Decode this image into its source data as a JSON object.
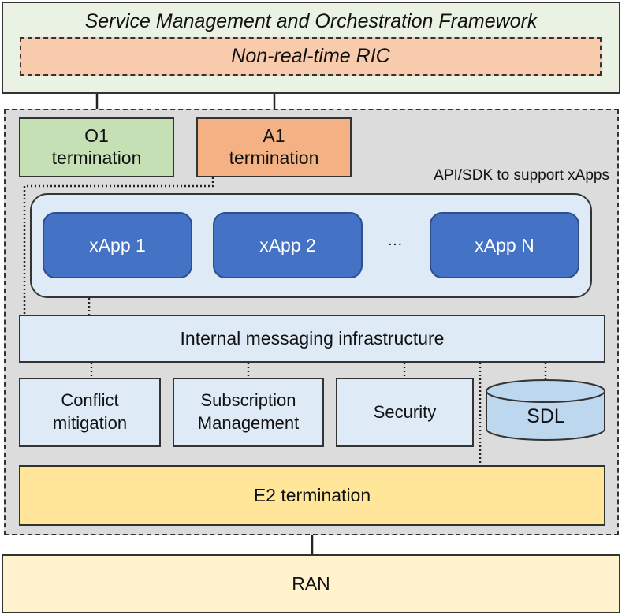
{
  "smo": {
    "title": "Service Management and Orchestration Framework",
    "nonrt": "Non-real-time RIC"
  },
  "near_rt_ric": {
    "o1": {
      "line1": "O1",
      "line2": "termination"
    },
    "a1": {
      "line1": "A1",
      "line2": "termination"
    },
    "api_label": "API/SDK to support xApps",
    "xapps": [
      "xApp 1",
      "xApp 2",
      "xApp N"
    ],
    "ellipsis": "…",
    "messaging": "Internal messaging infrastructure",
    "conflict": {
      "line1": "Conflict",
      "line2": "mitigation"
    },
    "subscription": {
      "line1": "Subscription",
      "line2": "Management"
    },
    "security": "Security",
    "sdl": "SDL",
    "e2": "E2 termination"
  },
  "ran": "RAN",
  "colors": {
    "smo_fill": "#eaf2e3",
    "nonrt_fill": "#f8cbad",
    "ric_fill": "#dcdcdc",
    "o1_fill": "#c5e0b4",
    "a1_fill": "#f4b183",
    "xapp_fill": "#4472c4",
    "light_blue": "#deebf7",
    "e2_fill": "#ffe699",
    "ran_fill": "#fff2cc"
  }
}
